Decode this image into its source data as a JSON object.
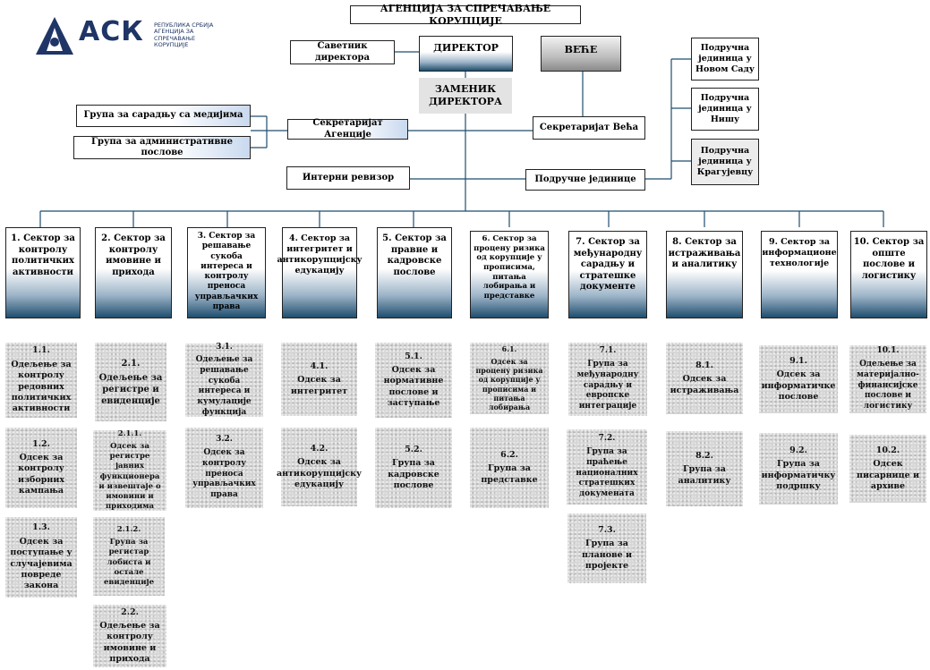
{
  "header": {
    "title": "АГЕНЦИЈА ЗА СПРЕЧАВАЊЕ КОРУПЦИЈЕ"
  },
  "logo": {
    "acronym": "АСК",
    "subtitle": "РЕПУБЛИКА СРБИЈА АГЕНЦИЈА ЗА СПРЕЧАВАЊЕ КОРУПЦИЈЕ"
  },
  "top": {
    "director": "ДИРЕКТОР",
    "deputy": "ЗАМЕНИК ДИРЕКТОРА",
    "council": "ВЕЋЕ",
    "advisor": "Саветник директора",
    "agency_secretariat": "Секретаријат Агенције",
    "council_secretariat": "Секретаријат Већа",
    "media_group": "Група за сарадњу са медијима",
    "admin_group": "Група за административне послове",
    "internal_auditor": "Интерни ревизор",
    "regional_units": "Подручне јединице",
    "unit_novi_sad": "Подручна јединица у Новом Саду",
    "unit_nis": "Подручна јединица у Нишу",
    "unit_kragujevac": "Подручна јединица у Крагујевцу"
  },
  "sectors": [
    {
      "label": "1. Сектор за контролу политичких активности",
      "units": [
        {
          "num": "1.1.",
          "name": "Одељење за контролу редовних политичких активности"
        },
        {
          "num": "1.2.",
          "name": "Одсек за контролу изборних кампања"
        },
        {
          "num": "1.3.",
          "name": "Одсек за поступање у случајевима повреде закона"
        }
      ]
    },
    {
      "label": "2. Сектор за контролу имовине и прихода",
      "units": [
        {
          "num": "2.1.",
          "name": "Одељење за регистре и евиденције"
        },
        {
          "num": "2.1.1.",
          "name": "Одсек за регистре јавних функционера и извештаје о имовини и приходима"
        },
        {
          "num": "2.1.2.",
          "name": "Група за регистар лобиста и остале евиденције"
        },
        {
          "num": "2.2.",
          "name": "Одељење за контролу имовине и прихода"
        }
      ]
    },
    {
      "label": "3. Сектор за решавање сукоба интереса и контролу преноса управљачких права",
      "units": [
        {
          "num": "3.1.",
          "name": "Одељење за решавање сукоба интереса и кумулације функција"
        },
        {
          "num": "3.2.",
          "name": "Одсек за контролу преноса управљачких права"
        }
      ]
    },
    {
      "label": "4. Сектор за интегритет и антикорупцијску едукацију",
      "units": [
        {
          "num": "4.1.",
          "name": "Одсек за интегритет"
        },
        {
          "num": "4.2.",
          "name": "Одсек за антикорупцијску едукацију"
        }
      ]
    },
    {
      "label": "5. Сектор за правне и кадровске послове",
      "units": [
        {
          "num": "5.1.",
          "name": "Одсек за нормативне послове и заступање"
        },
        {
          "num": "5.2.",
          "name": "Група за кадровске послове"
        }
      ]
    },
    {
      "label": "6. Сектор за процену ризика од корупције у прописима, питања лобирања и представке",
      "units": [
        {
          "num": "6.1.",
          "name": "Одсек за процену ризика од корупције у прописима и питања лобирања"
        },
        {
          "num": "6.2.",
          "name": "Група за представке"
        }
      ]
    },
    {
      "label": "7. Сектор за међународну сарадњу и стратешке документе",
      "units": [
        {
          "num": "7.1.",
          "name": "Група за међународну сарадњу и европске интеграције"
        },
        {
          "num": "7.2.",
          "name": "Група за праћење националних стратешких докумената"
        },
        {
          "num": "7.3.",
          "name": "Група за планове и пројекте"
        }
      ]
    },
    {
      "label": "8. Сектор за истраживања и аналитику",
      "units": [
        {
          "num": "8.1.",
          "name": "Одсек за истраживања"
        },
        {
          "num": "8.2.",
          "name": "Група за аналитику"
        }
      ]
    },
    {
      "label": "9. Сектор за информационе технологије",
      "units": [
        {
          "num": "9.1.",
          "name": "Одсек за информатичке послове"
        },
        {
          "num": "9.2.",
          "name": "Група за информатичку подршку"
        }
      ]
    },
    {
      "label": "10. Сектор за опште послове и логистику",
      "units": [
        {
          "num": "10.1.",
          "name": "Одељење за материјално-финансијске послове и логистику"
        },
        {
          "num": "10.2.",
          "name": "Одсек писарнице и архиве"
        }
      ]
    }
  ],
  "colors": {
    "accent_dark": "#1f4e6e",
    "logo_blue": "#1f3566",
    "unit_gray": "#d6d6d6"
  }
}
